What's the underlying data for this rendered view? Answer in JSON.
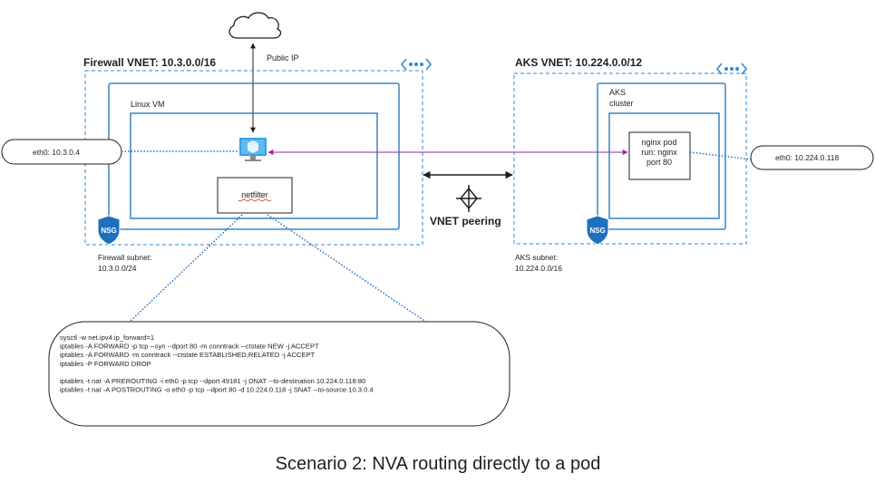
{
  "cloud": {
    "label": "Public IP"
  },
  "firewall_vnet": {
    "title": "Firewall VNET: 10.3.0.0/16",
    "vm_label": "Linux VM",
    "netfilter_label": "netfilter",
    "nsg_label": "NSG",
    "subnet_label_line1": "Firewall subnet:",
    "subnet_label_line2": "10.3.0.0/24",
    "eth0_label": "eth0: 10.3.0.4"
  },
  "aks_vnet": {
    "title": "AKS VNET: 10.224.0.0/12",
    "cluster_label_line1": "AKS",
    "cluster_label_line2": "cluster",
    "pod_label_line1": "nginx pod",
    "pod_label_line2": "run: nginx",
    "pod_label_line3": "port 80",
    "nsg_label": "NSG",
    "subnet_label_line1": "AKS subnet:",
    "subnet_label_line2": "10.224.0.0/16",
    "eth0_label": "eth0: 10.224.0.118"
  },
  "peering": {
    "label": "VNET peering"
  },
  "commands": [
    "sysctl -w net.ipv4.ip_forward=1",
    "iptables -A FORWARD -p tcp --syn --dport 80 -m conntrack --ctstate NEW -j ACCEPT",
    "iptables -A FORWARD -m conntrack --ctstate ESTABLISHED,RELATED -j ACCEPT",
    "iptables -P FORWARD DROP",
    "",
    "iptables -t nat -A PREROUTING -i eth0 -p tcp --dport 49181 -j DNAT --to-destination 10.224.0.118:80",
    "iptables -t nat -A POSTROUTING -o eth0 -p tcp --dport 80 -d 10.224.0.118 -j SNAT --to-source 10.3.0.4"
  ],
  "caption": "Scenario 2: NVA routing directly to a pod",
  "colors": {
    "vnet_border": "#2e8bd0",
    "subnet_border": "#1a6fb5",
    "nsg_fill": "#1f6fbf",
    "vm_icon": "#3aa0e0",
    "pod_link": "#a020a0"
  },
  "icons": {
    "cloud": "cloud-icon",
    "vnet": "vnet-dots-icon",
    "nsg": "shield-icon",
    "vm": "virtual-machine-icon",
    "peering": "peering-icon"
  }
}
